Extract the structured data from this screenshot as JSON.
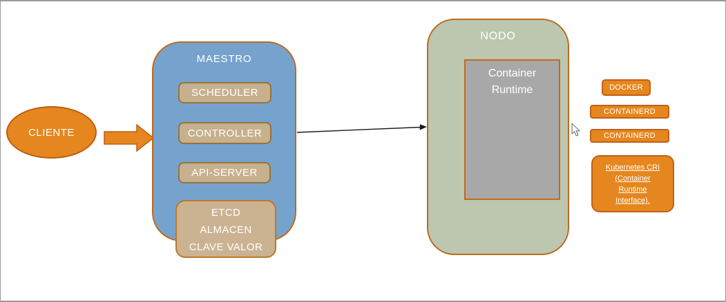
{
  "diagram": {
    "client": {
      "label": "CLIENTE"
    },
    "master": {
      "title": "MAESTRO",
      "components": [
        "SCHEDULER",
        "CONTROLLER",
        "API-SERVER"
      ],
      "etcd_lines": [
        "ETCD",
        "ALMACEN",
        "CLAVE VALOR"
      ]
    },
    "node": {
      "title": "NODO",
      "container_runtime_label": "Container Runtime"
    },
    "runtimes": [
      "DOCKER",
      "CONTAINERD",
      "CONTAINERD"
    ],
    "cri_note_lines": [
      "Kubernetes CRI",
      "(Container",
      "Runtime",
      "Interface)."
    ],
    "colors": {
      "orange_fill": "#E5871E",
      "orange_border": "#BE5D11",
      "blue_fill": "#76A3CD",
      "blue_border": "#C2691B",
      "tan_fill": "#C7B08E",
      "tan_border": "#957337",
      "etcd_border": "#B8792A",
      "green_fill": "#BDC6AE",
      "green_border": "#B96C1E",
      "gray_fill": "#A8A8A8",
      "text_color": "#FFFFFF",
      "connector_color": "#1A1A1A",
      "frame_border": "#9A9A9A"
    }
  }
}
